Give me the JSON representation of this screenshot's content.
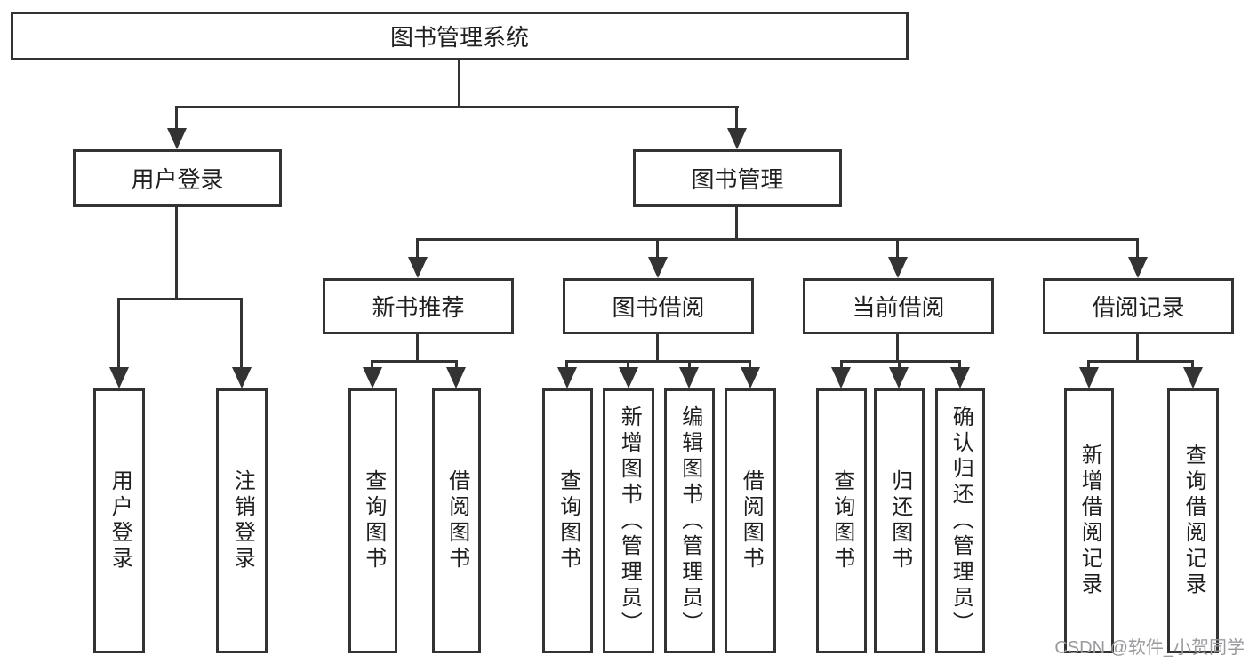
{
  "diagram": {
    "root": {
      "label": "图书管理系统"
    },
    "branches": [
      {
        "label": "用户登录",
        "children": [
          {
            "label": "用户登录"
          },
          {
            "label": "注销登录"
          }
        ]
      },
      {
        "label": "图书管理",
        "children": [
          {
            "label": "新书推荐",
            "children": [
              {
                "label": "查询图书"
              },
              {
                "label": "借阅图书"
              }
            ]
          },
          {
            "label": "图书借阅",
            "children": [
              {
                "label": "查询图书"
              },
              {
                "label": "新增图书（管理员）"
              },
              {
                "label": "编辑图书（管理员）"
              },
              {
                "label": "借阅图书"
              }
            ]
          },
          {
            "label": "当前借阅",
            "children": [
              {
                "label": "查询图书"
              },
              {
                "label": "归还图书"
              },
              {
                "label": "确认归还（管理员）"
              }
            ]
          },
          {
            "label": "借阅记录",
            "children": [
              {
                "label": "新增借阅记录"
              },
              {
                "label": "查询借阅记录"
              }
            ]
          }
        ]
      }
    ],
    "watermark": "CSDN @软件_小贺同学",
    "colors": {
      "line": "#333333",
      "text": "#1f1f1f",
      "watermark": "#9a9a9e",
      "background": "#ffffff"
    }
  }
}
